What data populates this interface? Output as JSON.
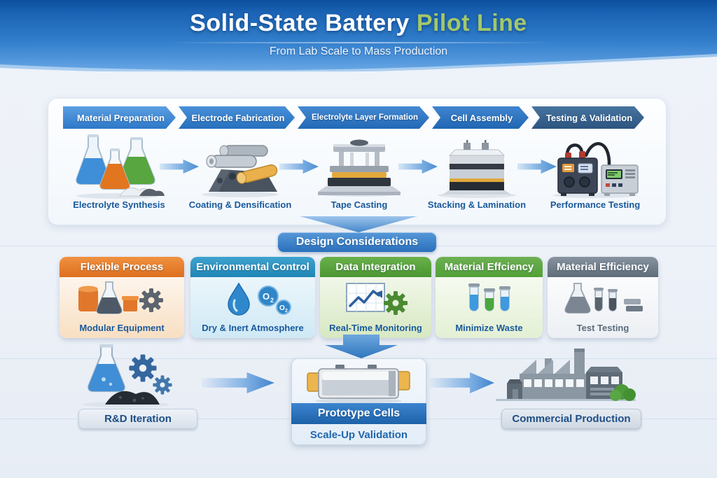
{
  "header": {
    "title_main": "Solid-State Battery",
    "title_accent": "Pilot Line",
    "subtitle": "From Lab Scale to Mass Production"
  },
  "process": {
    "steps": [
      {
        "label": "Material Preparation",
        "caption": "Electrolyte Synthesis",
        "icon": "flasks-powder-icon"
      },
      {
        "label": "Electrode Fabrication",
        "caption": "Coating & Densification",
        "icon": "roller-coater-icon"
      },
      {
        "label": "Electrolyte Layer Formation",
        "caption": "Tape Casting",
        "icon": "tape-casting-press-icon"
      },
      {
        "label": "Cell Assembly",
        "caption": "Stacking & Lamination",
        "icon": "stacked-cell-icon"
      },
      {
        "label": "Testing & Validation",
        "caption": "Performance Testing",
        "icon": "test-equipment-icon"
      }
    ]
  },
  "design": {
    "banner_label": "Design Considerations",
    "cards": [
      {
        "title": "Flexible Process",
        "caption": "Modular Equipment",
        "header_color": "#e0762b",
        "icon": "modular-equipment-icon"
      },
      {
        "title": "Environmental Control",
        "caption": "Dry & Inert Atmosphere",
        "header_color": "#2e93c6",
        "icon": "droplet-oxygen-icon"
      },
      {
        "title": "Data Integration",
        "caption": "Real-Time Monitoring",
        "header_color": "#57a03d",
        "icon": "chart-gear-icon"
      },
      {
        "title": "Material Effciency",
        "caption": "Minimize Waste",
        "header_color": "#5ea449",
        "icon": "test-tubes-icon"
      },
      {
        "title": "Material Efficiency",
        "caption": "Test Testing",
        "header_color": "#6a7580",
        "icon": "flask-tubes-gray-icon"
      }
    ]
  },
  "scale_up": {
    "rd_label": "R&D Iteration",
    "prototype_title": "Prototype Cells",
    "prototype_caption": "Scale-Up Validation",
    "commercial_label": "Commercial Production"
  },
  "palette": {
    "header_blue": "#2a74c6",
    "accent_green": "#a3c86a",
    "caption_blue": "#19599b",
    "arrow_blue": "#4a8fd3",
    "dark_step_blue": "#2c5480"
  }
}
